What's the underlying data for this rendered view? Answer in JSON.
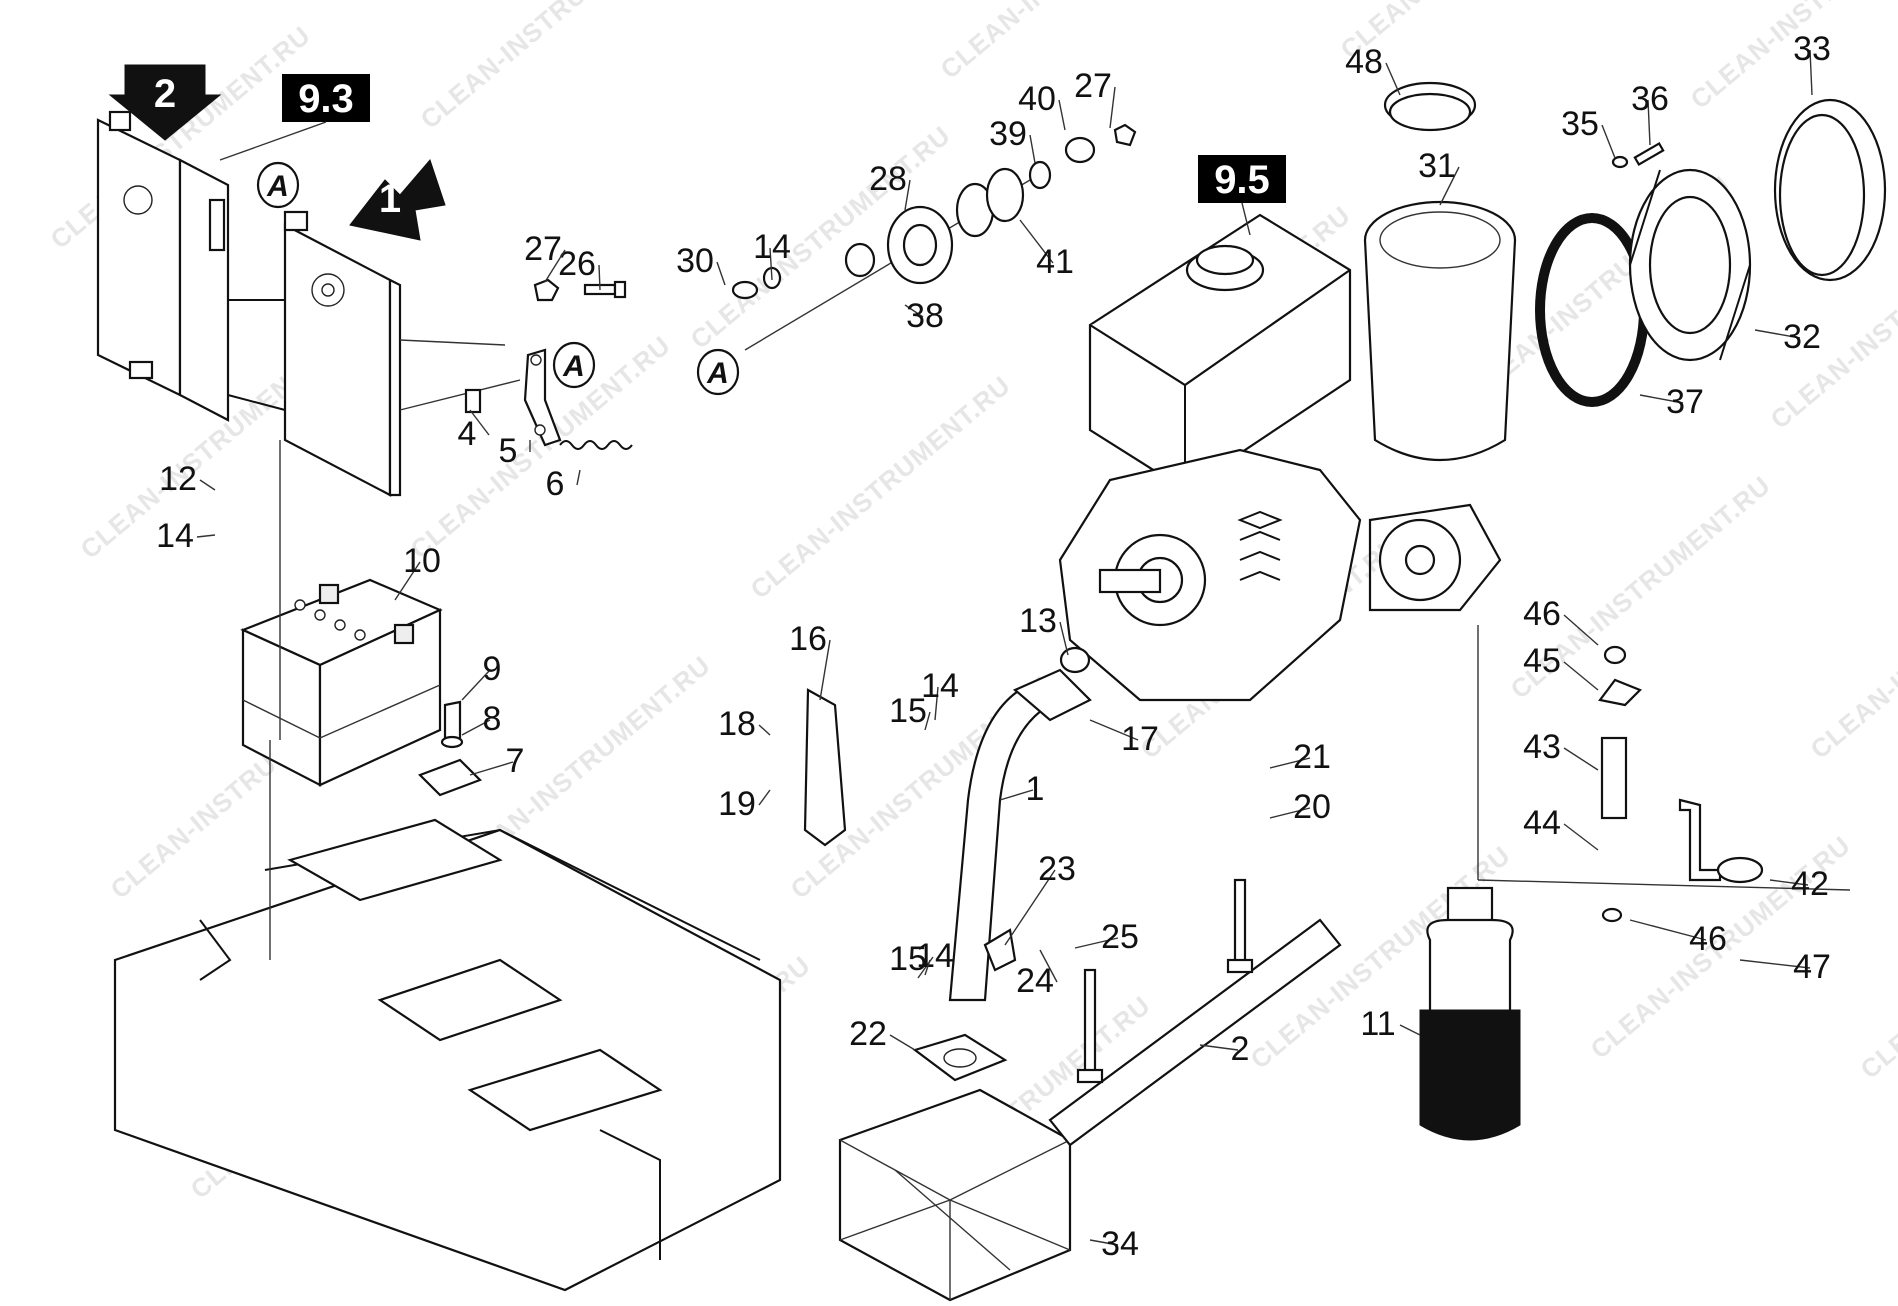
{
  "watermark": "CLEAN-INSTRUMENT.RU",
  "section_refs": [
    {
      "id": "sec-9-3",
      "label": "9.3"
    },
    {
      "id": "sec-9-5",
      "label": "9.5"
    }
  ],
  "arrows": [
    {
      "id": "arrow-1",
      "label": "1"
    },
    {
      "id": "arrow-2",
      "label": "2"
    }
  ],
  "detail_marks": [
    {
      "id": "a-mark-1",
      "label": "A"
    },
    {
      "id": "a-mark-2",
      "label": "A"
    },
    {
      "id": "a-mark-3",
      "label": "A"
    }
  ],
  "callouts": [
    "1",
    "2",
    "4",
    "5",
    "6",
    "7",
    "8",
    "9",
    "10",
    "11",
    "12",
    "13",
    "14",
    "14",
    "14",
    "14",
    "15",
    "15",
    "16",
    "17",
    "18",
    "19",
    "20",
    "21",
    "22",
    "23",
    "24",
    "25",
    "26",
    "27",
    "27",
    "28",
    "30",
    "31",
    "32",
    "33",
    "34",
    "35",
    "36",
    "37",
    "38",
    "39",
    "40",
    "41",
    "42",
    "43",
    "44",
    "45",
    "46",
    "46",
    "47",
    "48"
  ]
}
